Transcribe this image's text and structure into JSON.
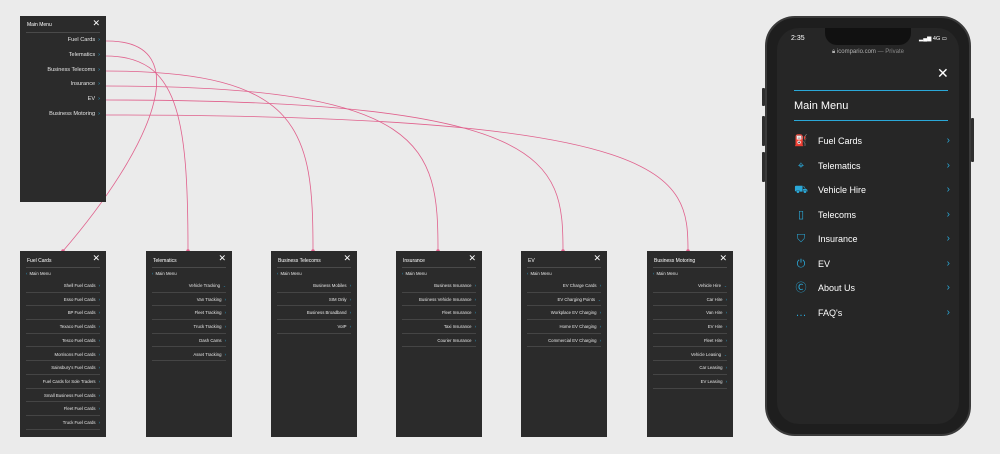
{
  "main_menu": {
    "title": "Main Menu",
    "close": "✕",
    "items": [
      {
        "label": "Fuel Cards",
        "chevron": "›"
      },
      {
        "label": "Telematics",
        "chevron": "›"
      },
      {
        "label": "Business Telecoms",
        "chevron": "›"
      },
      {
        "label": "Insurance",
        "chevron": "›"
      },
      {
        "label": "EV",
        "chevron": "›"
      },
      {
        "label": "Business Motoring",
        "chevron": "›"
      }
    ]
  },
  "submenus": [
    {
      "title": "Fuel Cards",
      "back_label": "Main Menu",
      "items": [
        {
          "label": "Shell Fuel Cards",
          "chevron": "›"
        },
        {
          "label": "Esso Fuel Cards",
          "chevron": "›"
        },
        {
          "label": "BP Fuel Cards",
          "chevron": "›"
        },
        {
          "label": "Texaco Fuel Cards",
          "chevron": "›"
        },
        {
          "label": "Tesco Fuel Cards",
          "chevron": "›"
        },
        {
          "label": "Morrisons Fuel Cards",
          "chevron": "›"
        },
        {
          "label": "Sainsbury's Fuel Cards",
          "chevron": "›"
        },
        {
          "label": "Fuel Cards for Sole Traders",
          "chevron": "›"
        },
        {
          "label": "Small Business Fuel Cards",
          "chevron": "›"
        },
        {
          "label": "Fleet Fuel Cards",
          "chevron": "›"
        },
        {
          "label": "Truck Fuel Cards",
          "chevron": "›"
        }
      ]
    },
    {
      "title": "Telematics",
      "back_label": "Main Menu",
      "items": [
        {
          "label": "Vehicle Tracking",
          "chevron": "⌄"
        },
        {
          "label": "Van Tracking",
          "chevron": "›"
        },
        {
          "label": "Fleet Tracking",
          "chevron": "›"
        },
        {
          "label": "Truck Tracking",
          "chevron": "›"
        },
        {
          "label": "Dash Cams",
          "chevron": "›"
        },
        {
          "label": "Asset Tracking",
          "chevron": "›"
        }
      ]
    },
    {
      "title": "Business Telecoms",
      "back_label": "Main Menu",
      "items": [
        {
          "label": "Business Mobiles",
          "chevron": "›"
        },
        {
          "label": "SIM Only",
          "chevron": "›"
        },
        {
          "label": "Business Broadband",
          "chevron": "›"
        },
        {
          "label": "VoIP",
          "chevron": "›"
        }
      ]
    },
    {
      "title": "Insurance",
      "back_label": "Main Menu",
      "items": [
        {
          "label": "Business Insurance",
          "chevron": "›"
        },
        {
          "label": "Business Vehicle Insurance",
          "chevron": "›"
        },
        {
          "label": "Fleet Insurance",
          "chevron": "›"
        },
        {
          "label": "Taxi Insurance",
          "chevron": "›"
        },
        {
          "label": "Courier Insurance",
          "chevron": "›"
        }
      ]
    },
    {
      "title": "EV",
      "back_label": "Main Menu",
      "items": [
        {
          "label": "EV Charge Cards",
          "chevron": "›"
        },
        {
          "label": "EV Charging Points",
          "chevron": "⌄"
        },
        {
          "label": "Workplace EV Charging",
          "chevron": "›"
        },
        {
          "label": "Home EV Charging",
          "chevron": "›"
        },
        {
          "label": "Commercial EV Charging",
          "chevron": "›"
        }
      ]
    },
    {
      "title": "Business Motoring",
      "back_label": "Main Menu",
      "items": [
        {
          "label": "Vehicle Hire",
          "chevron": "⌄"
        },
        {
          "label": "Car Hire",
          "chevron": "›"
        },
        {
          "label": "Van Hire",
          "chevron": "›"
        },
        {
          "label": "EV Hire",
          "chevron": "›"
        },
        {
          "label": "Fleet Hire",
          "chevron": "›"
        },
        {
          "label": "Vehicle Leasing",
          "chevron": "⌄"
        },
        {
          "label": "Car Leasing",
          "chevron": "›"
        },
        {
          "label": "EV Leasing",
          "chevron": "›"
        }
      ]
    }
  ],
  "phone": {
    "time": "2:35",
    "signal": "4G",
    "url": "icompario.com",
    "url_suffix": "— Private",
    "close": "✕",
    "title": "Main Menu",
    "items": [
      {
        "label": "Fuel Cards",
        "icon": "fuel-card-icon",
        "glyph": "⛽",
        "chevron": "›"
      },
      {
        "label": "Telematics",
        "icon": "location-pin-icon",
        "glyph": "⌖",
        "chevron": "›"
      },
      {
        "label": "Vehicle Hire",
        "icon": "car-icon",
        "glyph": "⛟",
        "chevron": "›"
      },
      {
        "label": "Telecoms",
        "icon": "mobile-phone-icon",
        "glyph": "▯",
        "chevron": "›"
      },
      {
        "label": "Insurance",
        "icon": "shield-icon",
        "glyph": "⛉",
        "chevron": "›"
      },
      {
        "label": "EV",
        "icon": "ev-plug-icon",
        "glyph": "⏻",
        "chevron": "›"
      },
      {
        "label": "About Us",
        "icon": "about-c-icon",
        "glyph": "Ⓒ",
        "chevron": "›"
      },
      {
        "label": "FAQ's",
        "icon": "chat-bubble-icon",
        "glyph": "…",
        "chevron": "›"
      }
    ],
    "colors": {
      "accent": "#2aa8d8",
      "background": "#262626"
    }
  },
  "colors": {
    "connector": "#e0608c",
    "panel": "#2b2b2b",
    "canvas": "#ebebeb"
  }
}
